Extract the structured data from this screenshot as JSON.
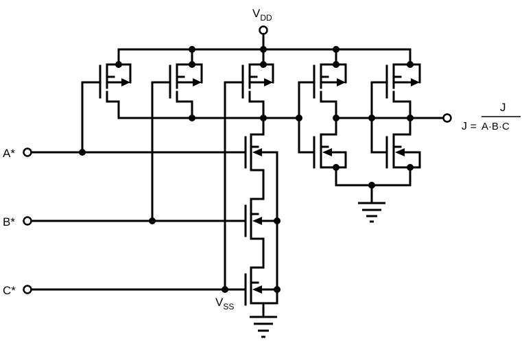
{
  "supply": {
    "vdd": "V",
    "vdd_sub": "DD",
    "vss": "V",
    "vss_sub": "SS"
  },
  "inputs": [
    {
      "label": "A*"
    },
    {
      "label": "B*"
    },
    {
      "label": "C*"
    }
  ],
  "output": {
    "node": "J",
    "equation_lhs": "J =",
    "equation_rhs": "A·B·C"
  }
}
